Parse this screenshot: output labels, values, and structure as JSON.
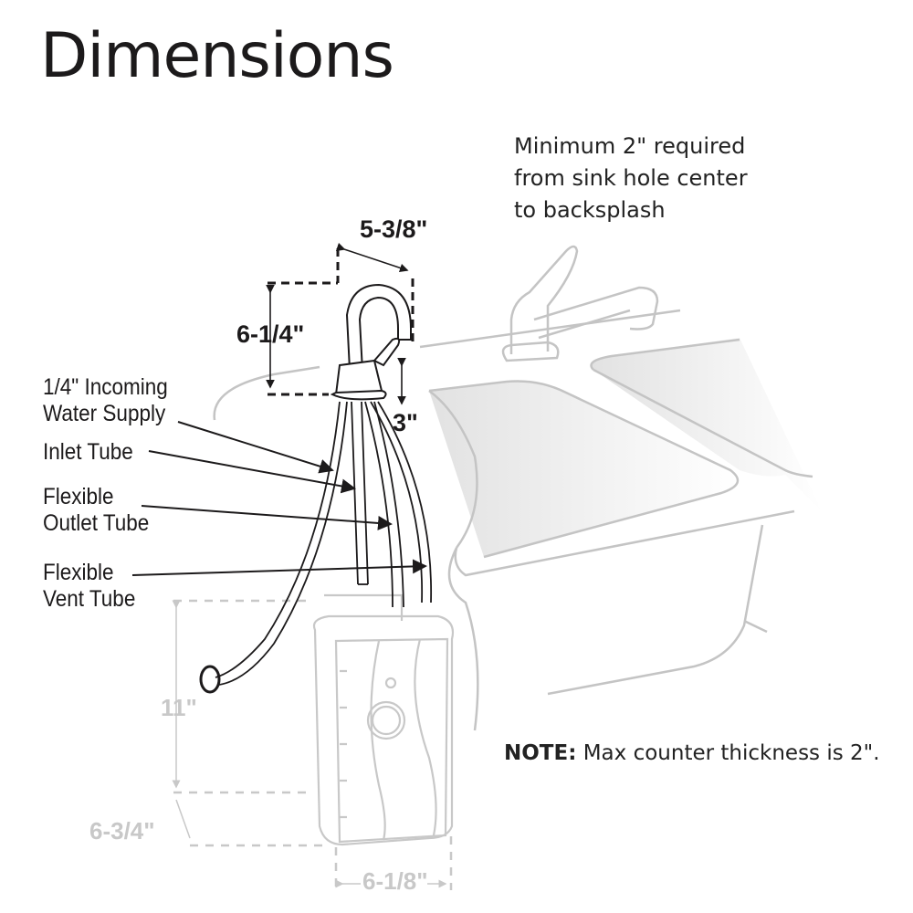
{
  "title": "Dimensions",
  "notes": {
    "backsplash_line1": "Minimum 2\" required",
    "backsplash_line2": "from sink hole center",
    "backsplash_line3": "to backsplash",
    "counter_prefix": "NOTE:",
    "counter_text": " Max counter thickness is 2\"."
  },
  "faucet_dimensions": {
    "spout_reach": "5-3/8\"",
    "height": "6-1/4\"",
    "spout_clearance": "3\""
  },
  "tank_dimensions": {
    "height": "11\"",
    "depth": "6-3/4\"",
    "width": "6-1/8\""
  },
  "callouts": [
    {
      "line1": "1/4\" Incoming",
      "line2": "Water Supply"
    },
    {
      "line1": "Inlet Tube",
      "line2": ""
    },
    {
      "line1": "Flexible",
      "line2": "Outlet Tube"
    },
    {
      "line1": "Flexible",
      "line2": "Vent Tube"
    }
  ],
  "colors": {
    "ink": "#1c1a1b",
    "light_line": "#c8c8c8",
    "sink_fill": "#e6e6e6"
  }
}
